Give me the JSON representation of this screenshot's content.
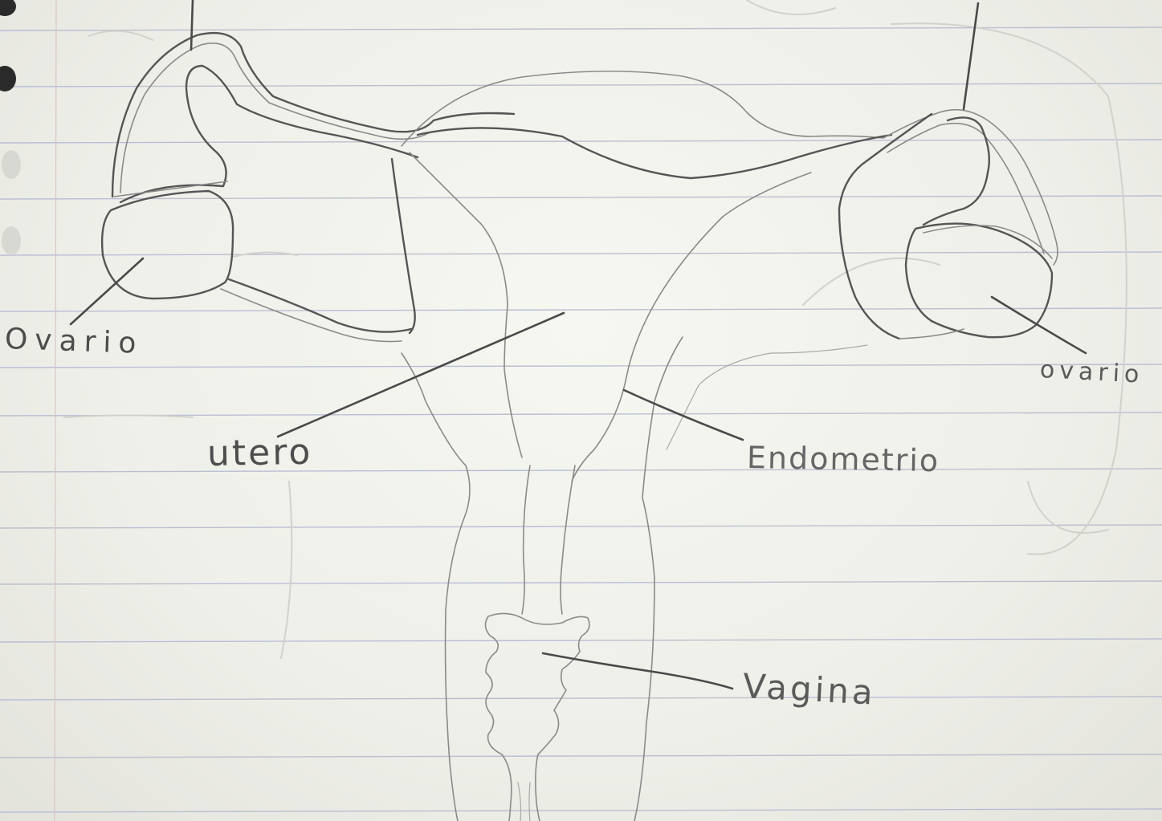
{
  "diagram": {
    "labels": {
      "ovario_left": "Ovario",
      "ovario_right": "ovario",
      "utero": "utero",
      "endometrio": "Endometrio",
      "vagina": "Vagina"
    },
    "colors": {
      "paper": "#efefe9",
      "ruled_lines": "#b9bfd0",
      "pencil": "#555555"
    }
  }
}
